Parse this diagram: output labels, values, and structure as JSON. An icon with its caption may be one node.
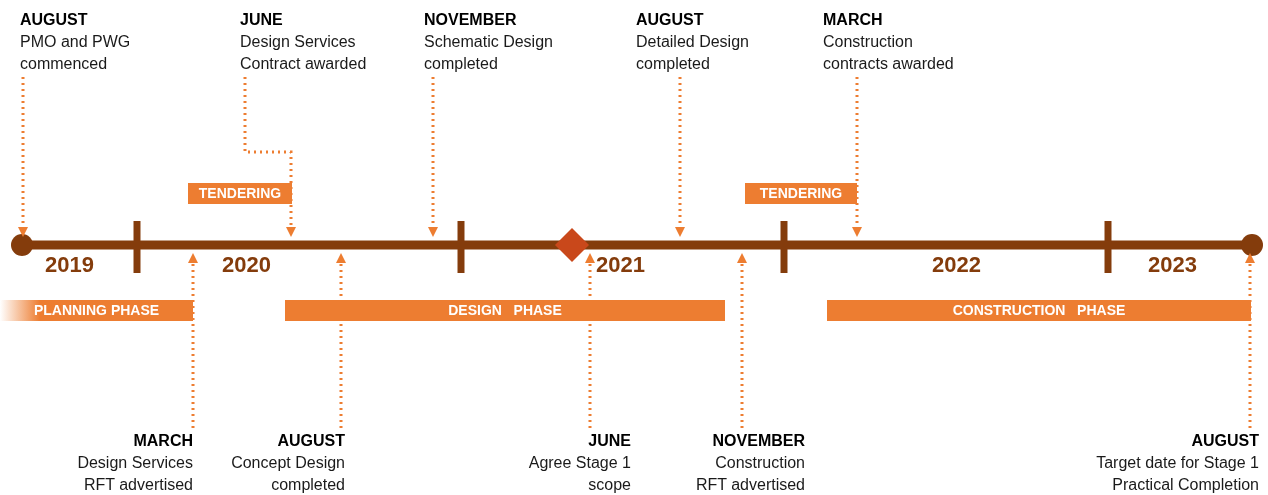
{
  "diagram": {
    "nodes": [
      {
        "text": [
          "AUGUST",
          "PMO and PWG commenced"
        ]
      },
      {
        "text": [
          "JUNE",
          "Design Services Contract awarded"
        ]
      },
      {
        "text": [
          "NOVEMBER",
          "Schematic Design completed"
        ]
      },
      {
        "text": [
          "AUGUST",
          "Detailed Design completed"
        ]
      },
      {
        "text": [
          "MARCH",
          "Construction contracts awarded"
        ]
      },
      {
        "text": [
          "TENDERING"
        ]
      },
      {
        "text": [
          "TENDERING"
        ]
      },
      {
        "text": [
          "PLANNING PHASE"
        ]
      },
      {
        "text": [
          "DESIGN   PHASE"
        ]
      },
      {
        "text": [
          "CONSTRUCTION   PHASE"
        ]
      },
      {
        "text": [
          "MARCH",
          "Design Services RFT advertised"
        ]
      },
      {
        "text": [
          "AUGUST",
          "Concept Design completed"
        ]
      },
      {
        "text": [
          "JUNE",
          "Agree Stage 1 scope"
        ]
      },
      {
        "text": [
          "NOVEMBER",
          "Construction RFT advertised"
        ]
      },
      {
        "text": [
          "AUGUST",
          "Target date for Stage 1 Practical Completion"
        ]
      },
      {
        "text": [],
        "shape": "bar"
      }
    ],
    "edges": [
      {
        "from": 0,
        "to": 15,
        "arrow": "to",
        "style": "dashed"
      },
      {
        "from": 1,
        "to": 15,
        "arrow": "to",
        "style": "dashed"
      },
      {
        "from": 2,
        "to": 15,
        "arrow": "to",
        "style": "dashed"
      },
      {
        "from": 3,
        "to": 15,
        "arrow": "to",
        "style": "dashed"
      },
      {
        "from": 4,
        "to": 15,
        "arrow": "to",
        "style": "dashed"
      },
      {
        "from": 10,
        "to": 15,
        "arrow": "to",
        "style": "dashed"
      },
      {
        "from": 11,
        "to": 15,
        "arrow": "to",
        "style": "dashed"
      },
      {
        "from": 12,
        "to": 15,
        "arrow": "to",
        "style": "dashed"
      },
      {
        "from": 13,
        "to": 15,
        "arrow": "to",
        "style": "dashed"
      },
      {
        "from": 14,
        "to": 15,
        "arrow": "to",
        "style": "dashed"
      }
    ],
    "labels": [
      "2019",
      "2020",
      "2021",
      "2022",
      "2023"
    ]
  }
}
